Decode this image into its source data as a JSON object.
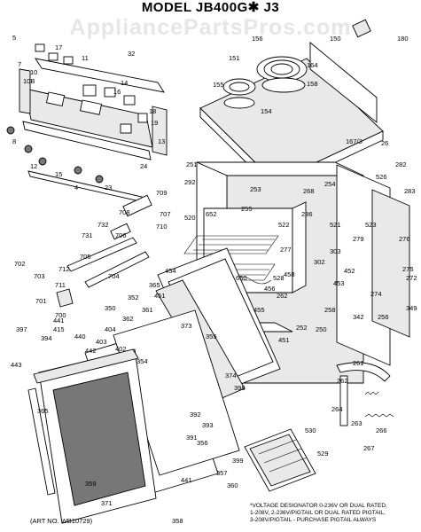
{
  "title": "MODEL JB400G✱ J3",
  "watermark": "AppliancePartsPros.com",
  "art_no": "(ART NO. WB10729)",
  "voltage_note": [
    "*VOLTAGE DESIGNATOR 0-236V OR DUAL RATED,",
    "1-208V, 2-236V/PIGTAIL OR DUAL RATED PIGTAIL,",
    "3-208V/PIGTAIL - PURCHASE PIGTAIL ALWAYS"
  ],
  "labels": {
    "l5": "5",
    "l32": "32",
    "l17": "17",
    "l7": "7",
    "l10": "10",
    "l10b": "10B",
    "l11": "11",
    "l16": "16",
    "l14": "14",
    "l18": "18",
    "l19": "19",
    "l13": "13",
    "l15": "15",
    "l12": "12",
    "l4": "4",
    "l8": "8",
    "l23": "23",
    "l24": "24",
    "l156": "156",
    "l151": "151",
    "l155": "155",
    "l154": "154",
    "l164": "164",
    "l158": "158",
    "l150": "150",
    "l180": "180",
    "l1671": "167/3",
    "l26": "26",
    "l251": "251",
    "l292": "292",
    "l253": "253",
    "l268": "268",
    "l254": "254",
    "l526": "526",
    "l282": "282",
    "l283": "283",
    "l709": "709",
    "l708": "708",
    "l707": "707",
    "l710": "710",
    "l732": "732",
    "l731": "731",
    "l706": "706",
    "l520": "520",
    "l652": "652",
    "l255": "255",
    "l522": "522",
    "l286": "286",
    "l521": "521",
    "l523": "523",
    "l279": "279",
    "l276": "276",
    "l277": "277",
    "l303": "303",
    "l302": "302",
    "l275": "275",
    "l705": "705",
    "l712": "712",
    "l704": "704",
    "l702": "702",
    "l703": "703",
    "l711": "711",
    "l701": "701",
    "l700": "700",
    "l454": "454",
    "l650": "650",
    "l528": "528",
    "l365": "365",
    "l451b": "451",
    "l458": "458",
    "l456": "456",
    "l262": "262",
    "l453": "453",
    "l452": "452",
    "l272": "272",
    "l274": "274",
    "l256": "256",
    "l342": "342",
    "l349": "349",
    "l258": "258",
    "l250": "250",
    "l455": "455",
    "l252": "252",
    "l451": "451",
    "l352": "352",
    "l361": "361",
    "l350": "350",
    "l362": "362",
    "l373": "373",
    "l355": "355",
    "l441": "441",
    "l415": "415",
    "l404": "404",
    "l440": "440",
    "l403": "403",
    "l397": "397",
    "l394": "394",
    "l442": "442",
    "l402": "402",
    "l354": "354",
    "l443": "443",
    "l374": "374",
    "l398": "398",
    "l261": "261",
    "l262b": "262",
    "l264": "264",
    "l263": "263",
    "l266": "266",
    "l267": "267",
    "l365b": "365",
    "l392": "392",
    "l393": "393",
    "l391": "391",
    "l356": "356",
    "l530": "530",
    "l529": "529",
    "l359": "359",
    "l399": "399",
    "l360": "360",
    "l357": "357",
    "l441b": "441",
    "l371": "371",
    "l358": "358"
  }
}
